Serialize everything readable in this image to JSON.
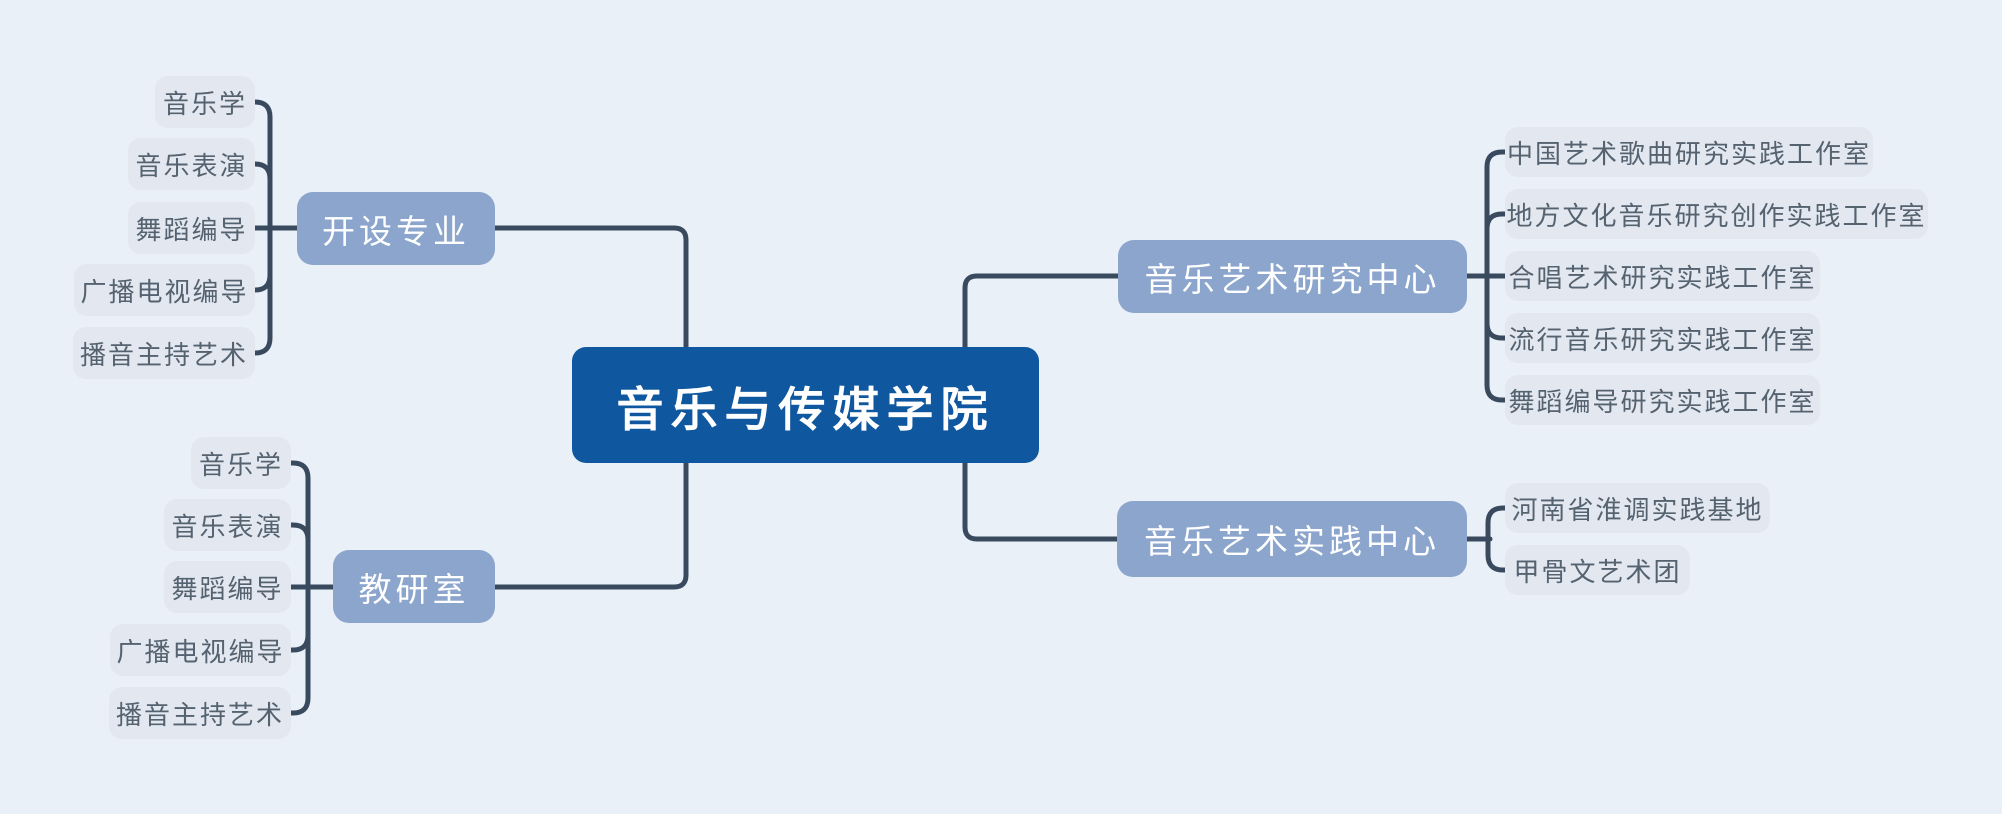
{
  "mindmap": {
    "root": "音乐与传媒学院",
    "branches": [
      {
        "label": "开设专业",
        "side": "left",
        "children": [
          "音乐学",
          "音乐表演",
          "舞蹈编导",
          "广播电视编导",
          "播音主持艺术"
        ]
      },
      {
        "label": "教研室",
        "side": "left",
        "children": [
          "音乐学",
          "音乐表演",
          "舞蹈编导",
          "广播电视编导",
          "播音主持艺术"
        ]
      },
      {
        "label": "音乐艺术研究中心",
        "side": "right",
        "children": [
          "中国艺术歌曲研究实践工作室",
          "地方文化音乐研究创作实践工作室",
          "合唱艺术研究实践工作室",
          "流行音乐研究实践工作室",
          "舞蹈编导研究实践工作室"
        ]
      },
      {
        "label": "音乐艺术实践中心",
        "side": "right",
        "children": [
          "河南省淮调实践基地",
          "甲骨文艺术团"
        ]
      }
    ],
    "colors": {
      "background": "#eaf0f8",
      "root_fill": "#0f579e",
      "root_text": "#ffffff",
      "branch_fill": "#8ba5cd",
      "branch_text": "#ffffff",
      "child_fill": "#e3e8f0",
      "child_text": "#556270",
      "connector": "#394a5e"
    }
  }
}
